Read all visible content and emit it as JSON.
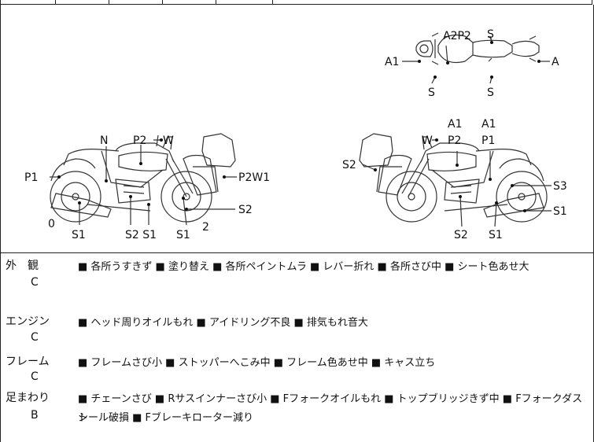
{
  "diagram": {
    "top_view_labels": {
      "a2p2": "A2P2",
      "s_top": "S",
      "a1": "A1",
      "a_right": "A",
      "s_bottom_left": "S",
      "s_bottom_right": "S"
    },
    "left_view_labels": {
      "n": "N",
      "p2": "P2",
      "w": "W",
      "p1": "P1",
      "p2w1": "P2W1",
      "s2_right": "S2",
      "zero": "0",
      "s1_a": "S1",
      "s2s1": "S2 S1",
      "s1_b": "S1",
      "two": "2"
    },
    "right_view_labels": {
      "a1_a": "A1",
      "a1_b": "A1",
      "w": "W",
      "p2": "P2",
      "p1": "P1",
      "s2_left": "S2",
      "s3": "S3",
      "s1_right": "S1",
      "s2_bottom": "S2",
      "s1_bottom": "S1"
    }
  },
  "inspection": [
    {
      "category": "外　観",
      "grade": "C",
      "text": "■ 各所うすきず ■ 塗り替え ■ 各所ペイントムラ ■ レバー折れ ■ 各所さび中 ■ シート色あせ大"
    },
    {
      "category": "エンジン",
      "grade": "C",
      "text": "■ ヘッド周りオイルもれ ■ アイドリング不良 ■ 排気もれ音大"
    },
    {
      "category": "フレーム",
      "grade": "C",
      "text": "■ フレームさび小 ■ ストッパーへこみ中 ■ フレーム色あせ中 ■ キャス立ち"
    },
    {
      "category": "足まわり",
      "grade": "B",
      "text": "■ チェーンさび ■ Rサスインナーさび小 ■ Fフォークオイルもれ ■ トップブリッジきず中 ■ Fフォークダスト",
      "text_cont": "シール破損 ■ Fブレーキローター減り"
    }
  ]
}
